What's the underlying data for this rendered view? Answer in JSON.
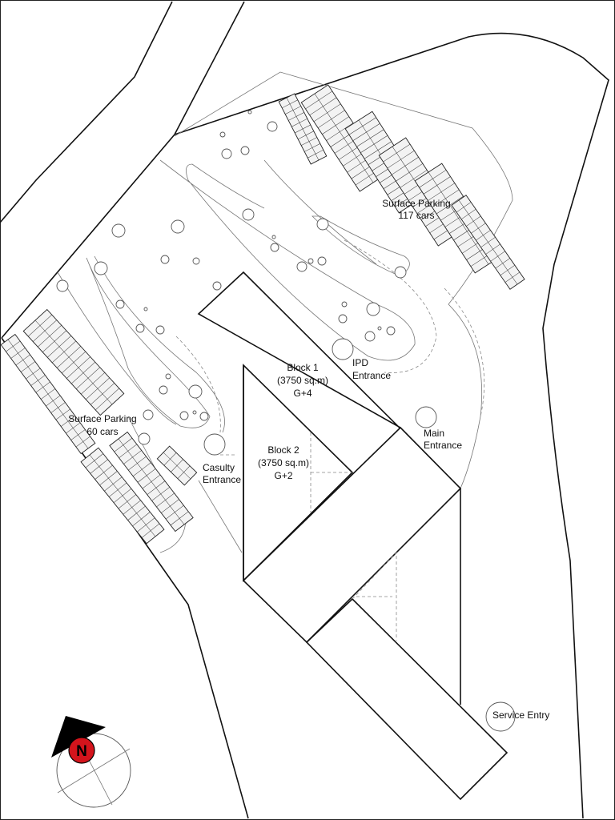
{
  "labels": {
    "parking_east_1": "Surface Parking",
    "parking_east_2": "117 cars",
    "parking_west_1": "Surface Parking",
    "parking_west_2": "60 cars",
    "block1_1": "Block 1",
    "block1_2": "(3750 sq.m)",
    "block1_3": "G+4",
    "block2_1": "Block 2",
    "block2_2": "(3750 sq.m)",
    "block2_3": "G+2",
    "ipd_1": "IPD",
    "ipd_2": "Entrance",
    "main_1": "Main",
    "main_2": "Entrance",
    "casualty_1": "Casulty",
    "casualty_2": "Entrance",
    "service": "Service Entry"
  },
  "compass": {
    "letter": "N",
    "color": "#d4141c"
  }
}
